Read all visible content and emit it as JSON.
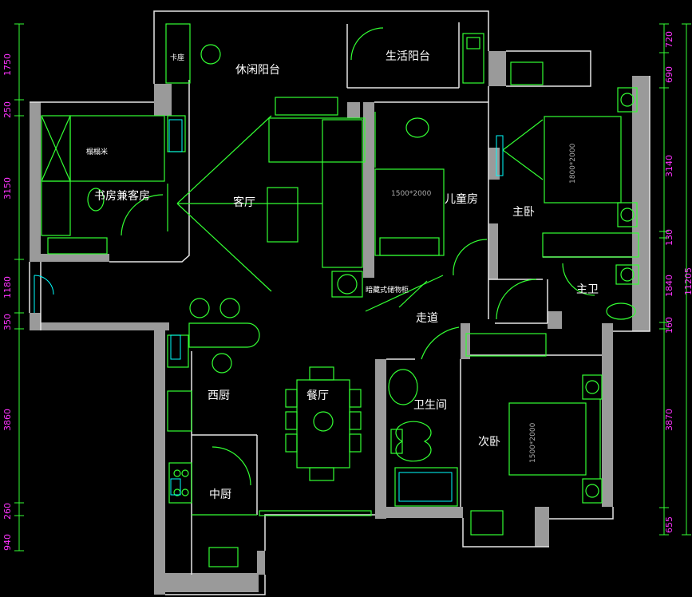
{
  "colors": {
    "background": "#000000",
    "wall": "#9a9a9a",
    "outline": "#e6e6e6",
    "furniture": "#33ff33",
    "fixture": "#00ffff",
    "dimension_line": "#33ff33",
    "dimension_text": "#ff33ff"
  },
  "rooms": {
    "leisure_balcony": "休闲阳台",
    "service_balcony": "生活阳台",
    "study_guest": "书房兼客房",
    "tatami": "榻榻米",
    "cabinet": "卡座",
    "living": "客厅",
    "children": "儿童房",
    "master": "主卧",
    "master_bath": "主卫",
    "hall": "走道",
    "concealed_cabinet": "暗藏式储物柜",
    "western_kitchen": "西厨",
    "dining": "餐厅",
    "bathroom": "卫生间",
    "second": "次卧",
    "chinese_kitchen": "中厨"
  },
  "beds": {
    "children_bed": "1500*2000",
    "master_bed": "1800*2000",
    "second_bed": "1500*2000"
  },
  "dimensions": {
    "left": [
      "1750",
      "250",
      "3150",
      "1180",
      "350",
      "3860",
      "260",
      "940"
    ],
    "right": [
      "720",
      "690",
      "3140",
      "130",
      "1840",
      "160",
      "3870",
      "655"
    ],
    "right_total": "11205"
  }
}
